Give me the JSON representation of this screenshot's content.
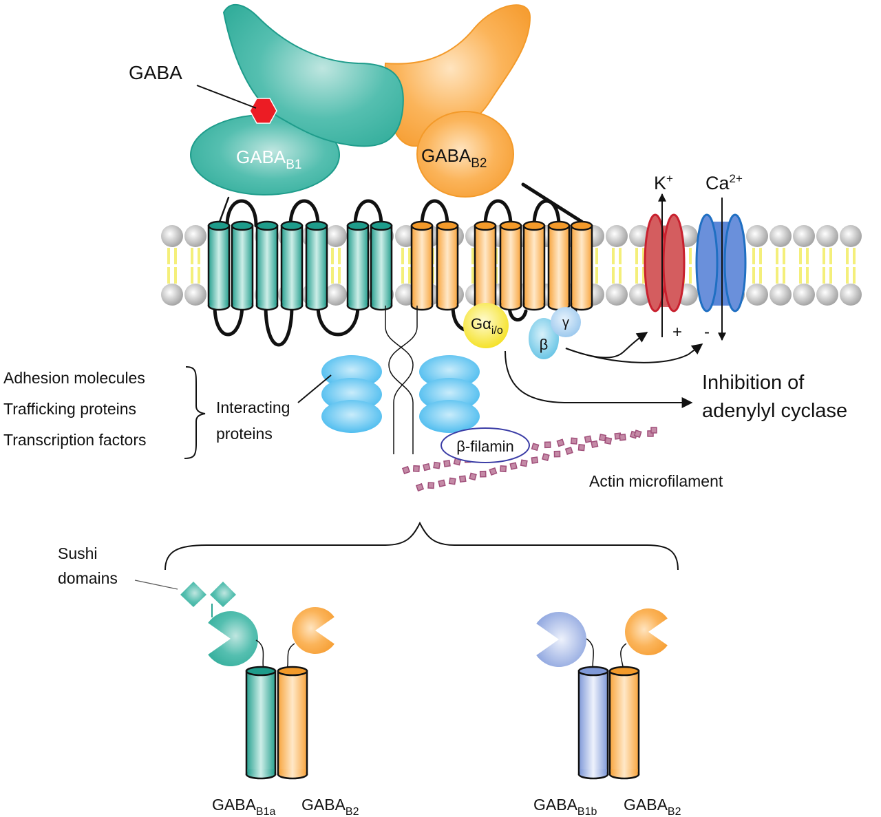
{
  "labels": {
    "gaba": "GABA",
    "gaba_b1": {
      "main": "GABA",
      "sub": "B1"
    },
    "gaba_b2": {
      "main": "GABA",
      "sub": "B2"
    },
    "k_ion": {
      "main": "K",
      "sup": "+"
    },
    "ca_ion": {
      "main": "Ca",
      "sup": "2+"
    },
    "k_effect": "+",
    "ca_effect": "-",
    "g_alpha": {
      "main": "Gα",
      "sub": "i/o"
    },
    "g_beta": "β",
    "g_gamma": "γ",
    "inhibition": [
      "Inhibition of",
      "adenylyl cyclase"
    ],
    "interactors": [
      "Adhesion molecules",
      "Trafficking proteins",
      "Transcription factors"
    ],
    "interacting_proteins": [
      "Interacting",
      "proteins"
    ],
    "beta_filamin": "β-filamin",
    "actin": "Actin microfilament",
    "sushi": [
      "Sushi",
      "domains"
    ],
    "isoform_a": [
      {
        "main": "GABA",
        "sub": "B1a"
      },
      {
        "main": "GABA",
        "sub": "B2"
      }
    ],
    "isoform_b": [
      {
        "main": "GABA",
        "sub": "B1b"
      },
      {
        "main": "GABA",
        "sub": "B2"
      }
    ]
  },
  "colors": {
    "b1_teal": "#3fb7a6",
    "b1_teal_dark": "#1e9c8b",
    "b2_orange": "#f8a945",
    "b2_orange_dark": "#f39a2a",
    "b1b_blue": "#8ea6e0",
    "gaba_red": "#ec1c24",
    "k_channel": "#d9534f",
    "k_channel_edge": "#c8202e",
    "ca_channel": "#5b86d6",
    "ca_channel_edge": "#1f6fc2",
    "g_alpha": "#f7e83a",
    "g_beta": "#7fd0ea",
    "g_gamma": "#a9d4f2",
    "interacting": "#57c3f0",
    "filamin_edge": "#3b3da6",
    "actin": "#b25b86",
    "lipid_head": "#b9b9b9",
    "lipid_tail": "#f2ec63"
  }
}
